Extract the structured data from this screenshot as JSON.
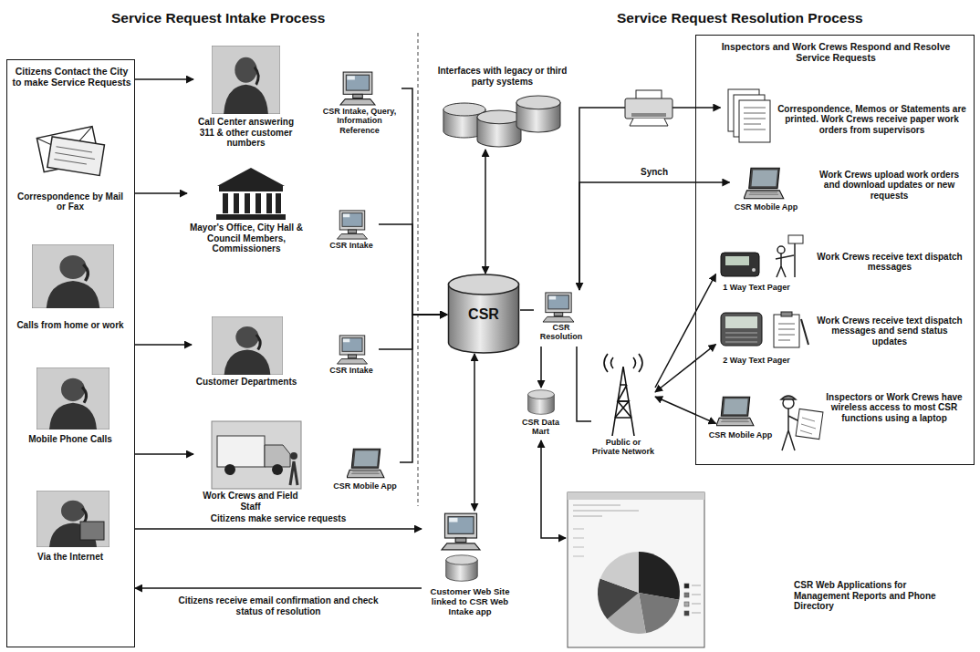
{
  "diagram": {
    "nodes": [
      {
        "text": [
          "Citizens Contact the City to make Service Requests"
        ]
      },
      {
        "text": [
          "Correspondence by Mail or Fax"
        ],
        "in": 0
      },
      {
        "text": [
          "Calls from home or work"
        ],
        "in": 0
      },
      {
        "text": [
          "Mobile Phone Calls"
        ],
        "in": 0
      },
      {
        "text": [
          "Via the Internet"
        ],
        "in": 0
      },
      {
        "text": [
          "Call Center answering 311 & other customer numbers"
        ]
      },
      {
        "text": [
          "CSR Intake, Query, Information Reference"
        ]
      },
      {
        "text": [
          "Mayor's Office, City Hall & Council Members, Commissioners"
        ]
      },
      {
        "text": [
          "CSR Intake"
        ]
      },
      {
        "text": [
          "Customer Departments"
        ]
      },
      {
        "text": [
          "CSR Intake"
        ]
      },
      {
        "text": [
          "Work Crews and Field Staff"
        ]
      },
      {
        "text": [
          "CSR Mobile App"
        ]
      },
      {
        "text": [
          "Interfaces with legacy or third party systems"
        ]
      },
      {
        "text": [
          "CSR"
        ]
      },
      {
        "text": [
          "CSR Data Mart"
        ]
      },
      {
        "text": [
          "Customer Web Site linked to CSR Web Intake app"
        ]
      },
      {
        "text": [
          "CSR Resolution"
        ]
      },
      {
        "text": [
          "Public or Private Network"
        ]
      },
      {
        "text": [
          "Inspectors and Work Crews Respond and Resolve Service Requests"
        ]
      },
      {
        "text": [
          "Correspondence, Memos or Statements are printed. Work Crews receive paper work orders from supervisors"
        ],
        "in": 19
      },
      {
        "text": [
          "CSR Mobile App",
          "Work Crews upload work orders and download updates or new requests"
        ],
        "in": 19
      },
      {
        "text": [
          "1 Way Text Pager",
          "Work Crews receive text dispatch messages"
        ],
        "in": 19
      },
      {
        "text": [
          "2 Way Text Pager",
          "Work Crews receive text dispatch messages and send status updates"
        ],
        "in": 19
      },
      {
        "text": [
          "CSR Mobile App",
          "Inspectors or Work Crews have wireless access to most CSR functions using a laptop"
        ],
        "in": 19
      },
      {
        "text": [
          "CSR Web Applications for Management Reports and Phone Directory"
        ]
      }
    ],
    "edges": [
      {
        "from": 0,
        "to": 5,
        "arrow": "to"
      },
      {
        "from": 0,
        "to": 7,
        "arrow": "to"
      },
      {
        "from": 0,
        "to": 9,
        "arrow": "to"
      },
      {
        "from": 0,
        "to": 11,
        "arrow": "to"
      },
      {
        "from": 6,
        "to": 14,
        "arrow": "to"
      },
      {
        "from": 8,
        "to": 14,
        "arrow": "to"
      },
      {
        "from": 10,
        "to": 14,
        "arrow": "to"
      },
      {
        "from": 12,
        "to": 14,
        "arrow": "to"
      },
      {
        "from": 13,
        "to": 14,
        "arrow": "both"
      },
      {
        "from": 14,
        "to": 16,
        "arrow": "both"
      },
      {
        "from": 0,
        "to": 16,
        "label": "Citizens make service requests",
        "arrow": "to"
      },
      {
        "from": 16,
        "to": 0,
        "label": "Citizens receive email confirmation and check status of resolution",
        "arrow": "to"
      },
      {
        "from": 14,
        "to": 17,
        "arrow": "none"
      },
      {
        "from": 17,
        "to": 20,
        "arrow": "to"
      },
      {
        "from": 17,
        "to": 21,
        "label": "Synch",
        "arrow": "both"
      },
      {
        "from": 17,
        "to": 15,
        "arrow": "to"
      },
      {
        "from": 15,
        "to": 25,
        "arrow": "both"
      },
      {
        "from": 17,
        "to": 18,
        "arrow": "none"
      },
      {
        "from": 18,
        "to": 22,
        "arrow": "to"
      },
      {
        "from": 18,
        "to": 23,
        "arrow": "both"
      },
      {
        "from": 18,
        "to": 24,
        "arrow": "both"
      }
    ],
    "labels": [
      "Service Request Intake Process",
      "Service Request Resolution Process"
    ]
  }
}
